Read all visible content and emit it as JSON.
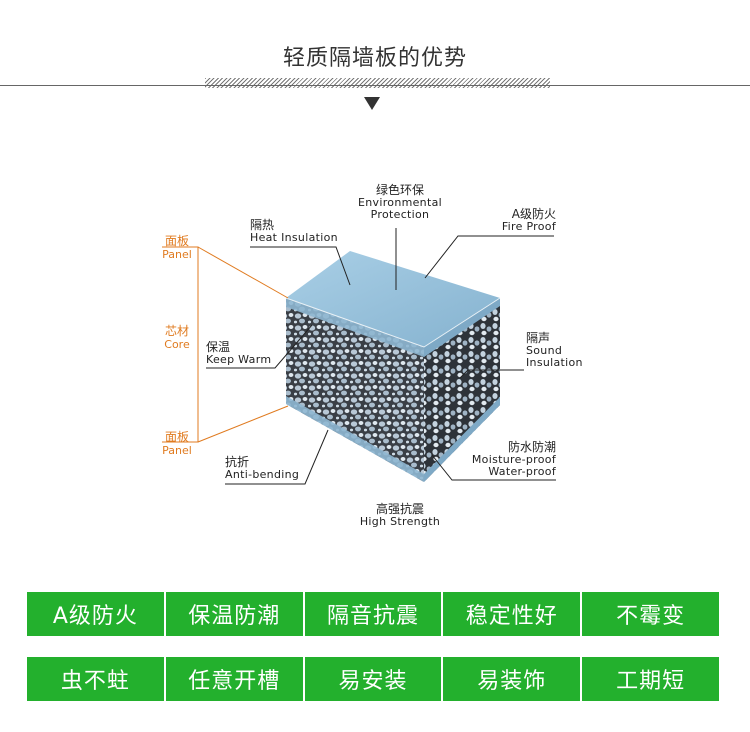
{
  "header": {
    "title": "轻质隔墙板的优势"
  },
  "diagram": {
    "top": {
      "cn": "绿色环保",
      "en1": "Environmental",
      "en2": "Protection"
    },
    "heat": {
      "cn": "隔热",
      "en": "Heat Insulation"
    },
    "fire": {
      "cn": "A级防火",
      "en": "Fire Proof"
    },
    "warm": {
      "cn": "保温",
      "en": "Keep Warm"
    },
    "sound": {
      "cn": "隔声",
      "en1": "Sound",
      "en2": "Insulation"
    },
    "bend": {
      "cn": "抗折",
      "en": "Anti-bending"
    },
    "moist": {
      "cn": "防水防潮",
      "en1": "Moisture-proof",
      "en2": "Water-proof"
    },
    "strength": {
      "cn": "高强抗震",
      "en": "High Strength"
    },
    "layers": {
      "panel_top": {
        "cn": "面板",
        "en": "Panel"
      },
      "core": {
        "cn": "芯材",
        "en": "Core"
      },
      "panel_bottom": {
        "cn": "面板",
        "en": "Panel"
      }
    },
    "colors": {
      "accent_orange": "#e07b20",
      "panel_top": "#9cc3dc",
      "core_dark": "#3a3f46"
    }
  },
  "features": {
    "row1": [
      "A级防火",
      "保温防潮",
      "隔音抗震",
      "稳定性好",
      "不霉变"
    ],
    "row2": [
      "虫不蛀",
      "任意开槽",
      "易安装",
      "易装饰",
      "工期短"
    ],
    "color": "#23b02d"
  }
}
